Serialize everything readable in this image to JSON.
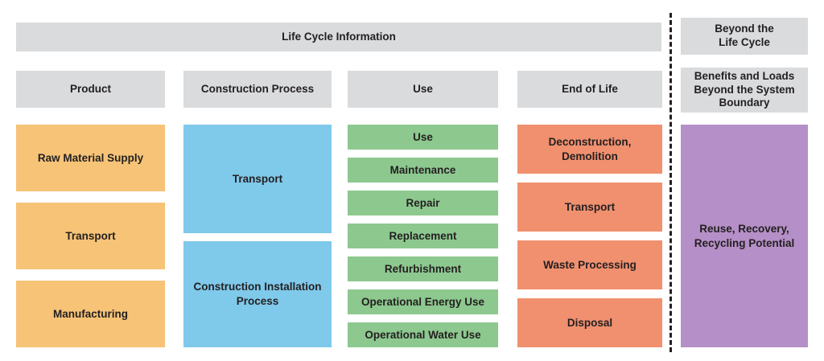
{
  "header": {
    "life_cycle_information": "Life Cycle Information",
    "beyond_life_cycle": "Beyond the\nLife Cycle"
  },
  "columns": {
    "product": {
      "header": "Product",
      "color": "#F6C377",
      "items": [
        "Raw Material Supply",
        "Transport",
        "Manufacturing"
      ]
    },
    "construction": {
      "header": "Construction Process",
      "color": "#7FC9EA",
      "items": [
        "Transport",
        "Construction Installation Process"
      ]
    },
    "use": {
      "header": "Use",
      "color": "#8DC88F",
      "items": [
        "Use",
        "Maintenance",
        "Repair",
        "Replacement",
        "Refurbishment",
        "Operational Energy Use",
        "Operational Water Use"
      ]
    },
    "end_of_life": {
      "header": "End of Life",
      "color": "#F0906F",
      "items": [
        "Deconstruction, Demolition",
        "Transport",
        "Waste Processing",
        "Disposal"
      ]
    },
    "beyond": {
      "header": "Benefits and Loads Beyond the System Boundary",
      "color": "#B58FC7",
      "items": [
        "Reuse, Recovery, Recycling Potential"
      ]
    }
  },
  "colors": {
    "header_bg": "#D9DBDD",
    "text": "#231F20"
  }
}
